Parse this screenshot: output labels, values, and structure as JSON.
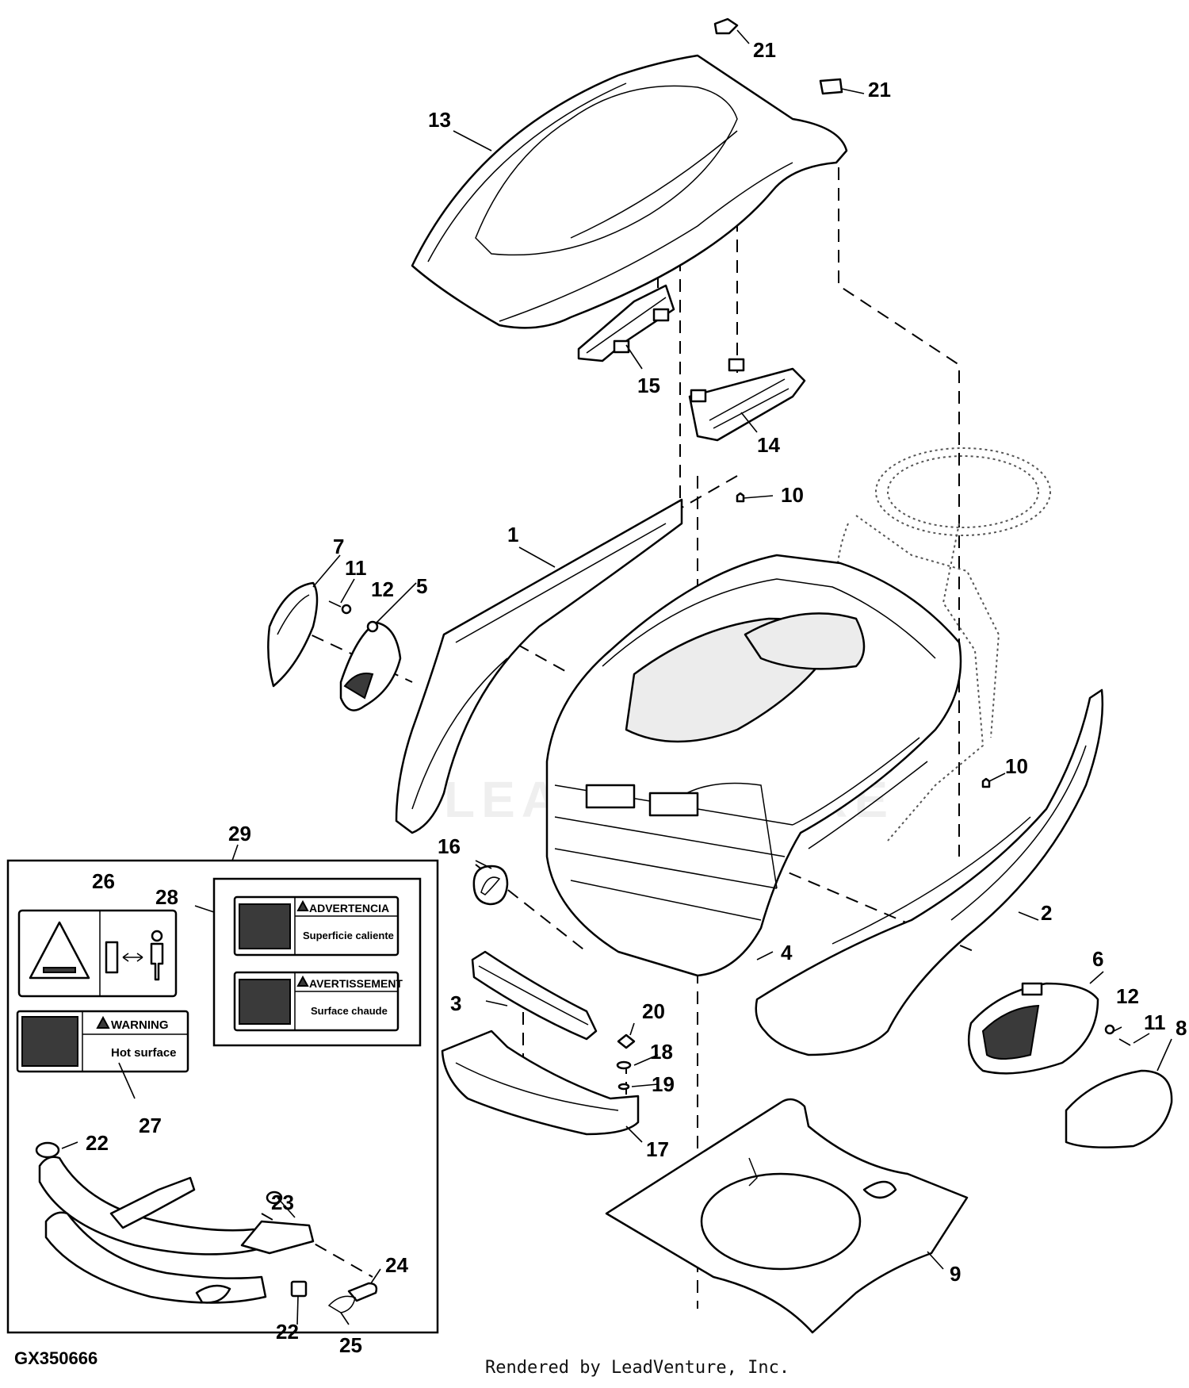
{
  "figure_id": "GX350666",
  "credit": "Rendered by LeadVenture, Inc.",
  "watermark": "LEADVENTURE",
  "callouts": [
    "1",
    "2",
    "3",
    "4",
    "5",
    "6",
    "7",
    "8",
    "9",
    "10",
    "10",
    "11",
    "11",
    "12",
    "12",
    "13",
    "14",
    "15",
    "16",
    "17",
    "18",
    "19",
    "20",
    "21",
    "21",
    "22",
    "22",
    "23",
    "24",
    "25",
    "26",
    "27",
    "28",
    "29"
  ],
  "decals": {
    "spanish": {
      "heading": "ADVERTENCIA",
      "body": "Superficie caliente"
    },
    "french": {
      "heading": "AVERTISSEMENT",
      "body": "Surface chaude"
    },
    "english": {
      "heading": "WARNING",
      "body": "Hot surface"
    }
  },
  "icons": [
    "hot-surface-icon",
    "warning-triangle-icon",
    "keep-distance-icon",
    "john-deere-emblem-icon"
  ]
}
